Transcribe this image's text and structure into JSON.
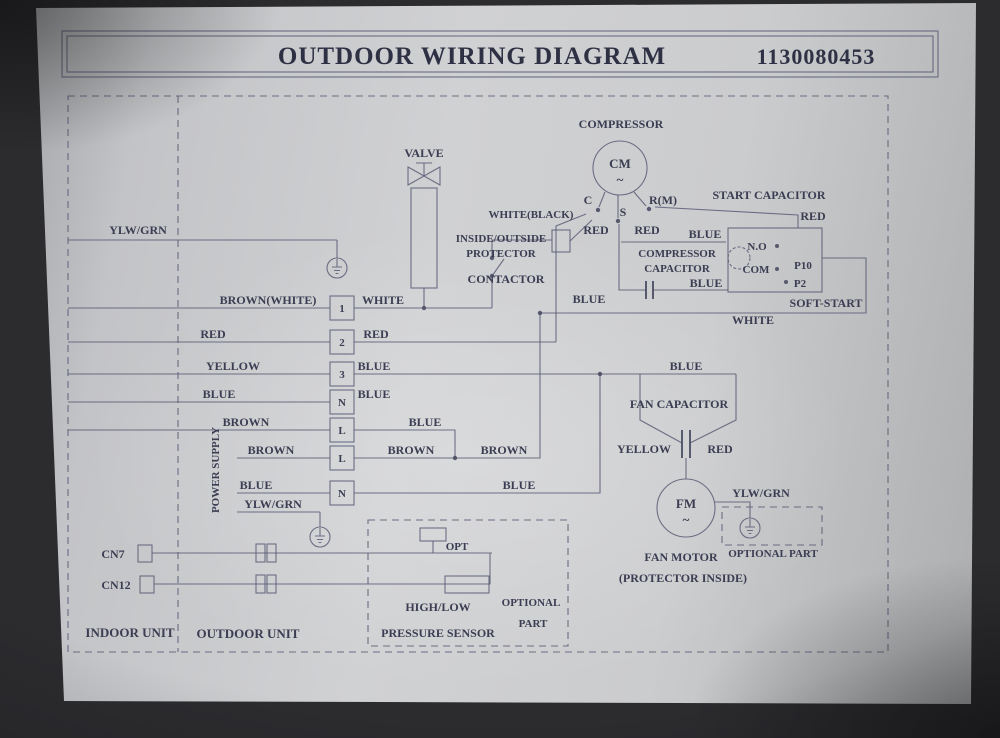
{
  "colors": {
    "ink": "#3b3d52",
    "label_background": "#cbccce",
    "photo_background": "#2c2c2f"
  },
  "header": {
    "title": "OUTDOOR WIRING DIAGRAM",
    "part_number": "1130080453"
  },
  "valve": {
    "label": "VALVE"
  },
  "compressor": {
    "label": "COMPRESSOR",
    "symbol": "CM",
    "wave": "~",
    "term_c": "C",
    "term_s": "S",
    "term_rm": "R(M)"
  },
  "protector": {
    "wire_label": "WHITE(BLACK)",
    "line1": "INSIDE/OUTSIDE",
    "line2": "PROTECTOR",
    "red_left": "RED",
    "red_right": "RED"
  },
  "contactor": {
    "label": "CONTACTOR",
    "blue": "BLUE"
  },
  "compressor_capacitor": {
    "line1": "COMPRESSOR",
    "line2": "CAPACITOR",
    "blue": "BLUE"
  },
  "start_capacitor": {
    "label": "START CAPACITOR",
    "red": "RED",
    "blue": "BLUE",
    "no": "N.O",
    "com": "COM",
    "p10": "P10",
    "p2": "P2",
    "soft_start": "SOFT-START",
    "white": "WHITE"
  },
  "terminal_block": {
    "ground_wire": "YLW/GRN",
    "power_supply": "POWER SUPPLY",
    "rows": [
      {
        "left": "BROWN(WHITE)",
        "terminal": "1",
        "right": "WHITE"
      },
      {
        "left": "RED",
        "terminal": "2",
        "right": "RED"
      },
      {
        "left": "YELLOW",
        "terminal": "3",
        "right": "BLUE"
      },
      {
        "left": "BLUE",
        "terminal": "N",
        "right": "BLUE"
      },
      {
        "left": "BROWN",
        "terminal": "L",
        "right": "BLUE"
      },
      {
        "left": "BROWN",
        "terminal": "L",
        "right": "BROWN"
      },
      {
        "left": "BLUE",
        "terminal": "N",
        "right": "BLUE"
      }
    ],
    "brown_far": "BROWN",
    "ylw_grn_bottom": "YLW/GRN"
  },
  "fan": {
    "blue": "BLUE",
    "capacitor": "FAN CAPACITOR",
    "yellow": "YELLOW",
    "red": "RED",
    "symbol": "FM",
    "wave": "~",
    "ylw_grn": "YLW/GRN",
    "optional_part": "OPTIONAL PART",
    "motor": "FAN MOTOR",
    "protector_inside": "(PROTECTOR INSIDE)"
  },
  "bottom": {
    "cn7": "CN7",
    "cn12": "CN12",
    "opt": "OPT",
    "sensor_line1": "HIGH/LOW",
    "sensor_line2": "PRESSURE SENSOR",
    "optional_line1": "OPTIONAL",
    "optional_line2": "PART"
  },
  "units": {
    "indoor": "INDOOR UNIT",
    "outdoor": "OUTDOOR UNIT"
  }
}
